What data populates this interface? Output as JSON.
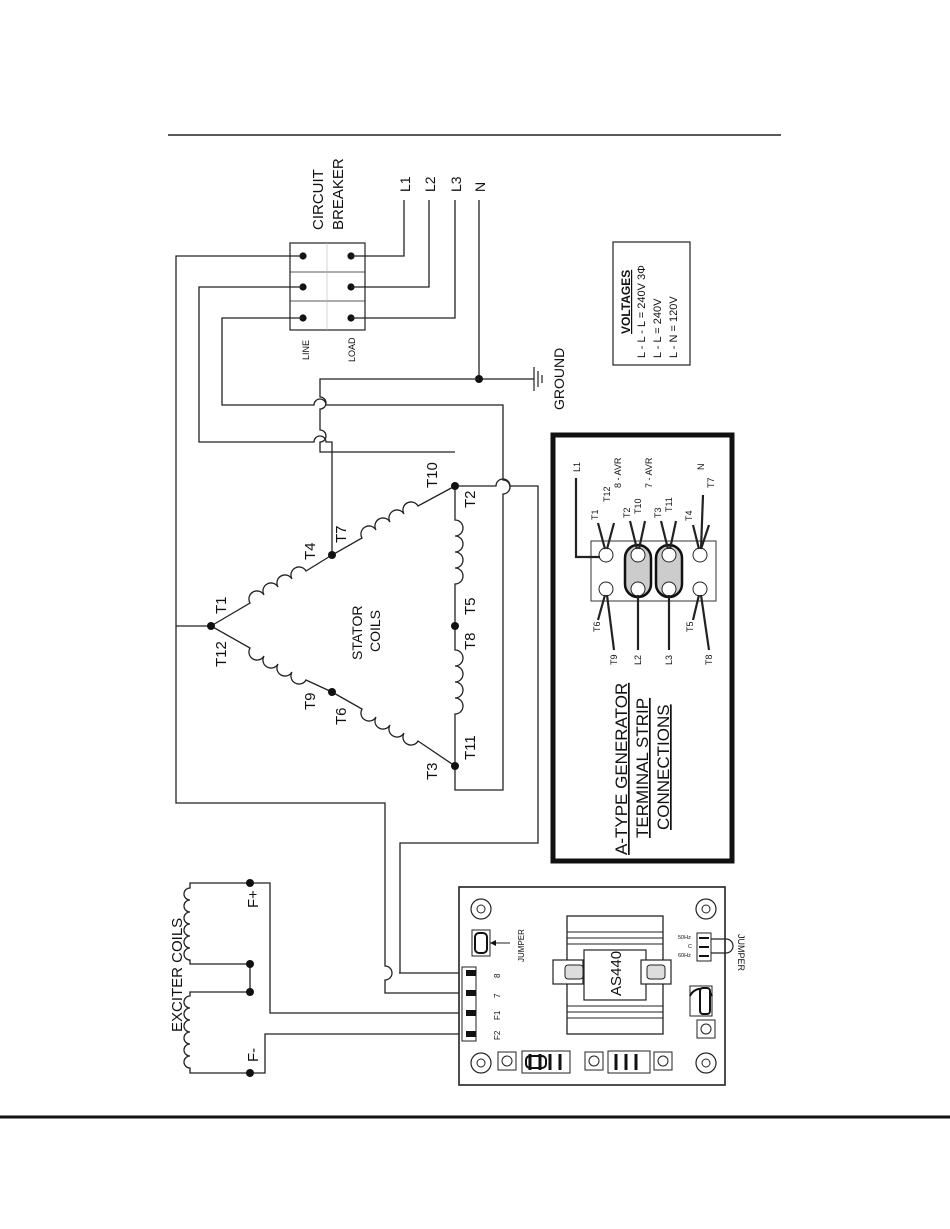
{
  "circuit_breaker": {
    "title_line1": "CIRCUIT",
    "title_line2": "BREAKER",
    "line_label": "LINE",
    "load_label": "LOAD",
    "outputs": [
      "L1",
      "L2",
      "L3",
      "N"
    ]
  },
  "ground_label": "GROUND",
  "voltages": {
    "title": "VOLTAGES",
    "lines": [
      "L - L - L = 240V 3Φ",
      "L - L = 240V",
      "L - N = 120V"
    ]
  },
  "stator": {
    "title_line1": "STATOR",
    "title_line2": "COILS",
    "terminals": [
      "T1",
      "T12",
      "T4",
      "T7",
      "T10",
      "T2",
      "T5",
      "T8",
      "T11",
      "T3",
      "T6",
      "T9"
    ]
  },
  "terminal_strip": {
    "title_line1": "A-TYPE GENERATOR",
    "title_line2": "TERMINAL STRIP",
    "title_line3": "CONNECTIONS",
    "top_labels": [
      "L1",
      "T1",
      "T12",
      "8 - AVR",
      "T2",
      "T10",
      "7 - AVR",
      "T3",
      "T11",
      "T4",
      "N",
      "T7"
    ],
    "bottom_labels": [
      "T6",
      "T9",
      "L2",
      "L3",
      "T5",
      "T8"
    ]
  },
  "exciter": {
    "title": "EXCITER COILS",
    "f_plus": "F+",
    "f_minus": "F-"
  },
  "avr": {
    "model": "AS440",
    "jumper_label": "JUMPER",
    "side_jumper_label": "JUMPER",
    "pins": [
      "8",
      "7",
      "F1",
      "F2"
    ],
    "freq": [
      "50Hz",
      "C",
      "60Hz"
    ]
  }
}
